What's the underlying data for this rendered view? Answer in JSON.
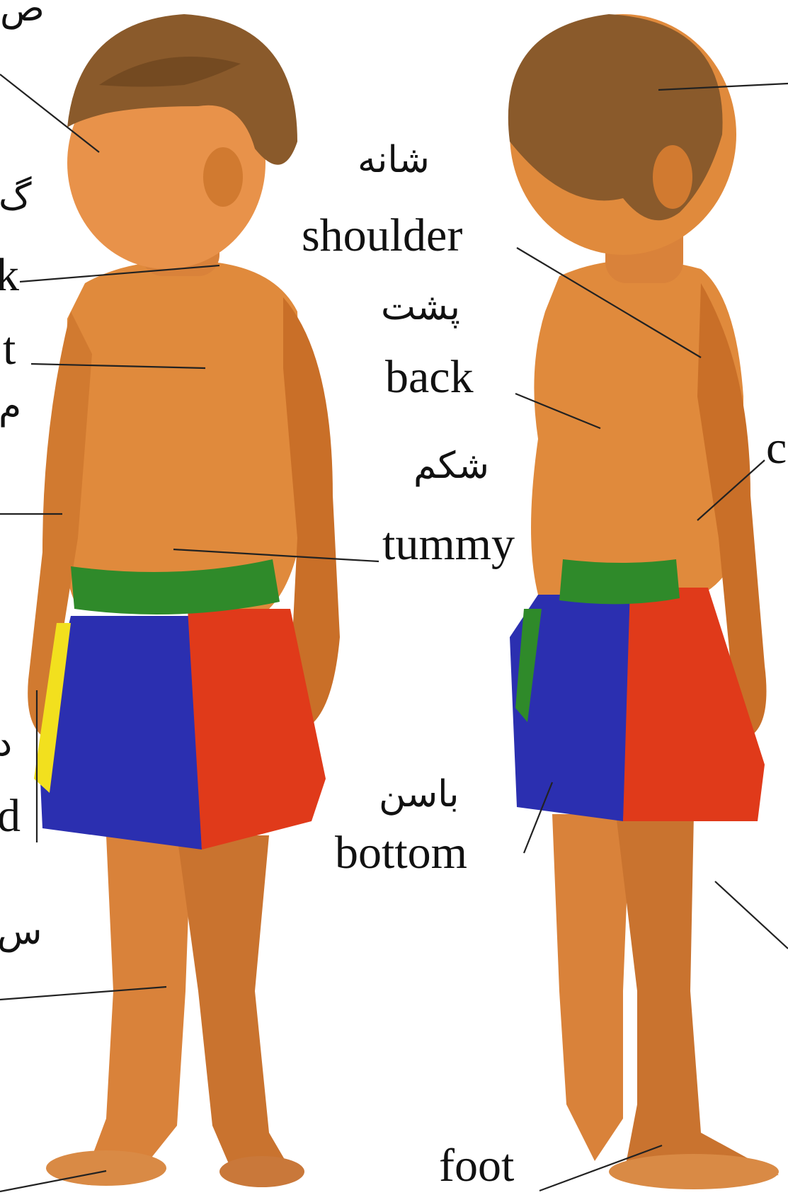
{
  "labels": {
    "shoulder_fa": "شانه",
    "shoulder_en": "shoulder",
    "back_fa": "پشت",
    "back_en": "back",
    "tummy_fa": "شکم",
    "tummy_en": "tummy",
    "bottom_fa": "باسن",
    "bottom_en": "bottom",
    "foot_en": "foot"
  },
  "partial_labels": {
    "top_left_fa": "ص",
    "left_fa_1": "گ",
    "neck_frag": "k",
    "chest_frag": "t",
    "left_fa_2": "م",
    "hand_fa_frag": "د",
    "hand_frag": "d",
    "leg_fa_frag": "س",
    "right_frag": "c"
  },
  "colors": {
    "skin": "#e08a3c",
    "skin_shadow": "#b8601f",
    "hair": "#8a5a2b",
    "hair_dark": "#5e3a17",
    "shorts_blue": "#2b2fb0",
    "shorts_red": "#e03a1a",
    "shorts_green": "#2f8a2a",
    "shorts_yellow": "#f2e01e",
    "leader_line": "#222222"
  }
}
